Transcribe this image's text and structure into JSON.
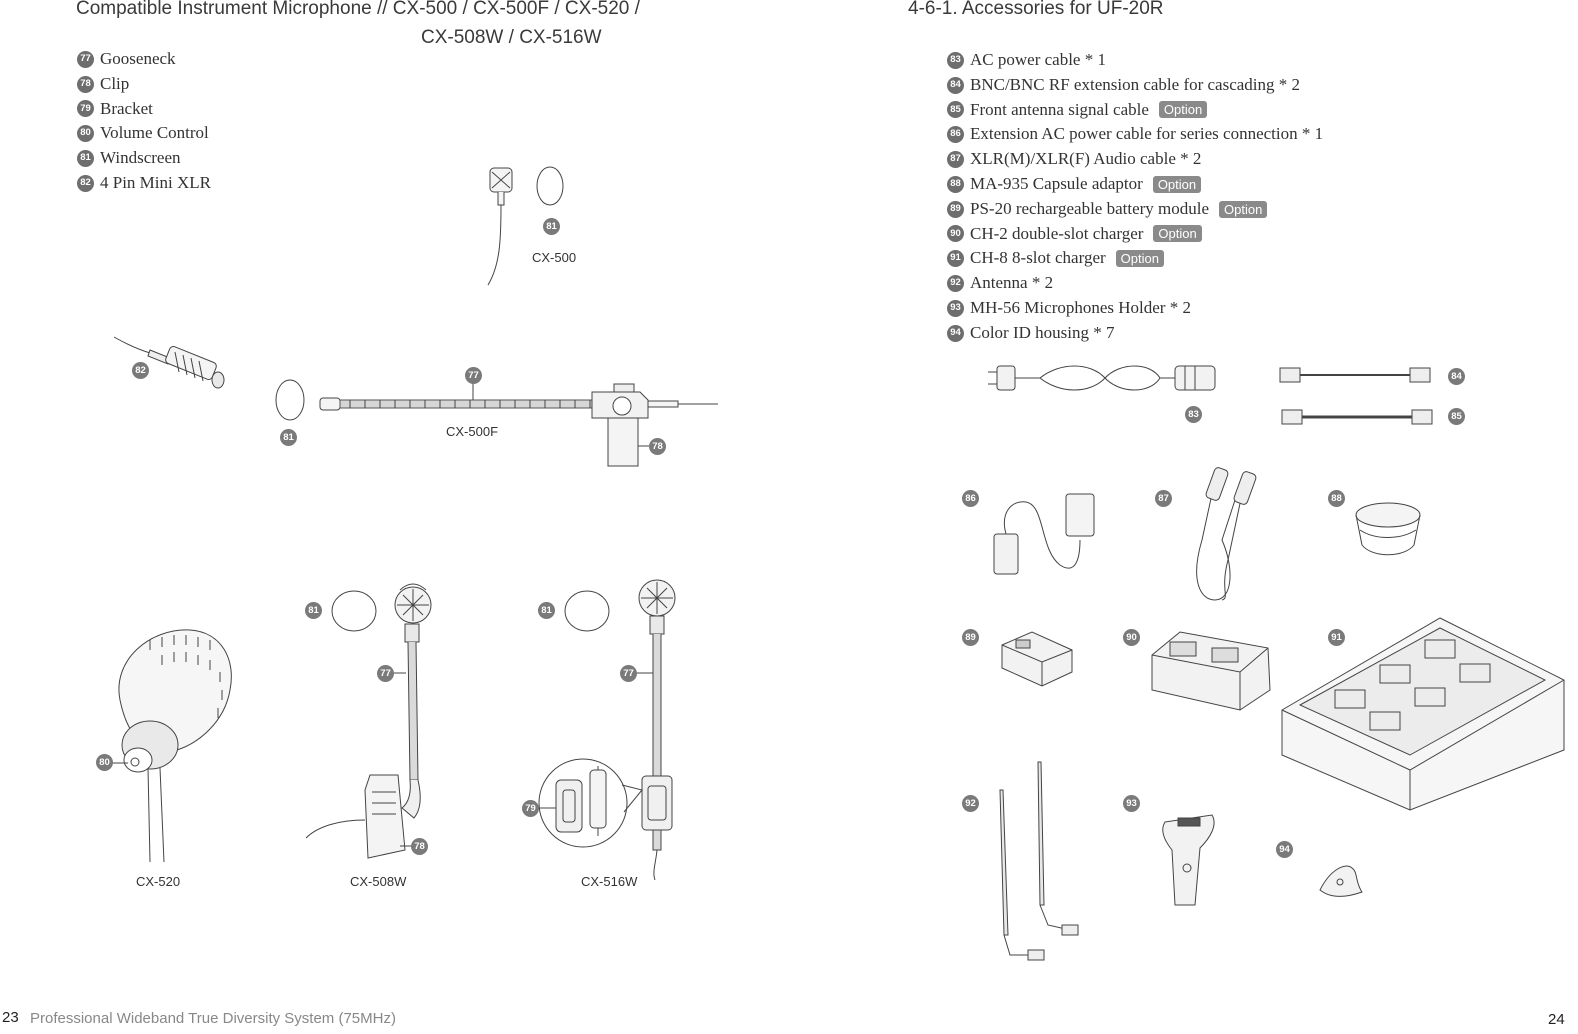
{
  "left_page": {
    "title_line1": "Compatible Instrument Microphone // CX-500 / CX-500F / CX-520 /",
    "title_line2": "CX-508W / CX-516W",
    "parts": [
      {
        "num": "77",
        "label": "Gooseneck"
      },
      {
        "num": "78",
        "label": "Clip"
      },
      {
        "num": "79",
        "label": "Bracket"
      },
      {
        "num": "80",
        "label": "Volume Control"
      },
      {
        "num": "81",
        "label": "Windscreen"
      },
      {
        "num": "82",
        "label": "4 Pin Mini XLR"
      }
    ],
    "models": {
      "cx500": "CX-500",
      "cx500f": "CX-500F",
      "cx520": "CX-520",
      "cx508w": "CX-508W",
      "cx516w": "CX-516W"
    },
    "page_number": "23",
    "footer_text": "Professional Wideband True Diversity System (75MHz)"
  },
  "right_page": {
    "title": "4-6-1. Accessories for UF-20R",
    "accessories": [
      {
        "num": "83",
        "label": "AC power cable * 1",
        "option": ""
      },
      {
        "num": "84",
        "label": "BNC/BNC RF extension cable for cascading * 2",
        "option": ""
      },
      {
        "num": "85",
        "label": "Front antenna signal cable",
        "option": "Option"
      },
      {
        "num": "86",
        "label": "Extension AC power cable for series connection * 1",
        "option": ""
      },
      {
        "num": "87",
        "label": "XLR(M)/XLR(F) Audio cable * 2",
        "option": ""
      },
      {
        "num": "88",
        "label": "MA-935 Capsule adaptor",
        "option": "Option"
      },
      {
        "num": "89",
        "label": "PS-20 rechargeable battery module",
        "option": "Option"
      },
      {
        "num": "90",
        "label": "CH-2 double-slot charger",
        "option": "Option"
      },
      {
        "num": "91",
        "label": "CH-8 8-slot charger",
        "option": "Option"
      },
      {
        "num": "92",
        "label": "Antenna * 2",
        "option": ""
      },
      {
        "num": "93",
        "label": "MH-56 Microphones Holder * 2",
        "option": ""
      },
      {
        "num": "94",
        "label": "Color ID housing * 7",
        "option": ""
      }
    ],
    "page_number": "24"
  },
  "callouts": {
    "c77": "77",
    "c78": "78",
    "c79": "79",
    "c80": "80",
    "c81": "81",
    "c82": "82",
    "c83": "83",
    "c84": "84",
    "c85": "85",
    "c86": "86",
    "c87": "87",
    "c88": "88",
    "c89": "89",
    "c90": "90",
    "c91": "91",
    "c92": "92",
    "c93": "93",
    "c94": "94"
  },
  "colors": {
    "text": "#333333",
    "badge": "#8a8a8a",
    "callout": "#7a7a7a",
    "footer": "#888888"
  }
}
